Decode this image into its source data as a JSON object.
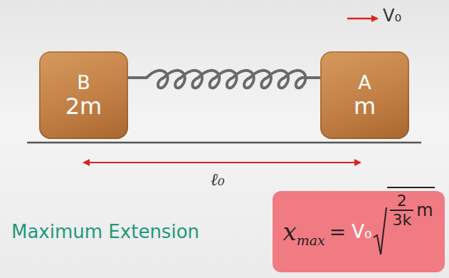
{
  "diagram": {
    "nodes": [
      {
        "text": [
          "B",
          "2m"
        ]
      },
      {
        "text": [
          "A",
          "m"
        ]
      },
      {
        "text": [
          "x",
          "max",
          "=",
          "V₀",
          "2",
          "3k",
          "m"
        ]
      }
    ],
    "edges": [
      {
        "from": 0,
        "to": 1,
        "arrow": "none"
      }
    ],
    "labels": [
      "V₀",
      "ℓ₀",
      "Maximum Extension"
    ]
  }
}
